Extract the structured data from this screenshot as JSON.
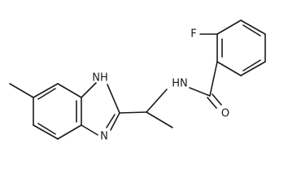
{
  "molecule": {
    "labels": {
      "fluorine": "F",
      "amide_nh": "HN",
      "amide_o": "O",
      "ring_nh": "NH",
      "ring_n": "N"
    }
  }
}
